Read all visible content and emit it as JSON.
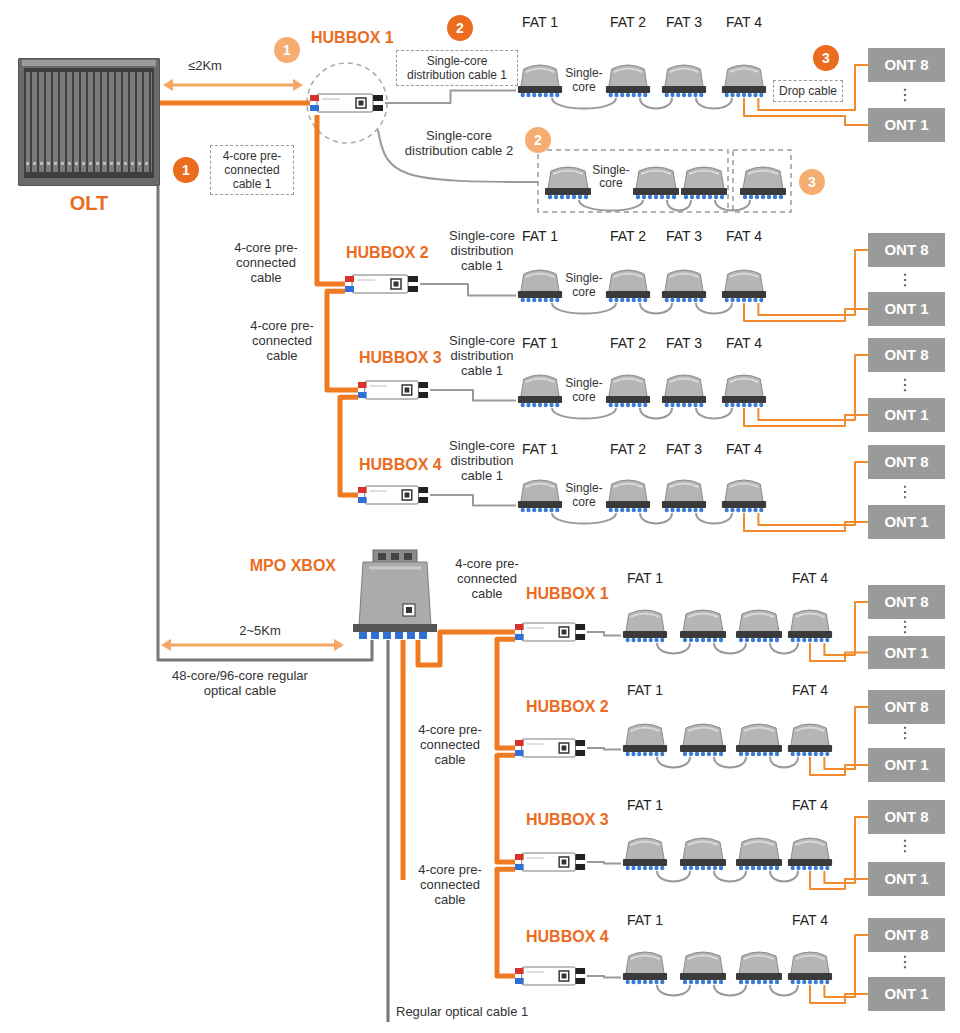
{
  "diagram": {
    "nodes": [
      {
        "text": [
          "OLT"
        ]
      },
      {
        "text": [
          "HUBBOX 1"
        ]
      },
      {
        "text": [
          "4-core pre-connected cable 1"
        ]
      },
      {
        "text": [
          "Single-core distribution cable 1"
        ]
      },
      {
        "text": [
          "FAT 1"
        ]
      },
      {
        "text": [
          "FAT 2"
        ]
      },
      {
        "text": [
          "FAT 3"
        ]
      },
      {
        "text": [
          "FAT 4"
        ]
      },
      {
        "text": [
          "Drop cable"
        ]
      },
      {
        "text": [
          "ONT 8"
        ]
      },
      {
        "text": [
          "ONT 1"
        ]
      },
      {
        "text": [
          "HUBBOX 2"
        ]
      },
      {
        "text": [
          "FAT 1"
        ]
      },
      {
        "text": [
          "FAT 2"
        ]
      },
      {
        "text": [
          "FAT 3"
        ]
      },
      {
        "text": [
          "FAT 4"
        ]
      },
      {
        "text": [
          "ONT 8"
        ]
      },
      {
        "text": [
          "ONT 1"
        ]
      },
      {
        "text": [
          "HUBBOX 3"
        ]
      },
      {
        "text": [
          "FAT 1"
        ]
      },
      {
        "text": [
          "FAT 2"
        ]
      },
      {
        "text": [
          "FAT 3"
        ]
      },
      {
        "text": [
          "FAT 4"
        ]
      },
      {
        "text": [
          "ONT 8"
        ]
      },
      {
        "text": [
          "ONT 1"
        ]
      },
      {
        "text": [
          "HUBBOX 4"
        ]
      },
      {
        "text": [
          "FAT 1"
        ]
      },
      {
        "text": [
          "FAT 2"
        ]
      },
      {
        "text": [
          "FAT 3"
        ]
      },
      {
        "text": [
          "FAT 4"
        ]
      },
      {
        "text": [
          "ONT 8"
        ]
      },
      {
        "text": [
          "ONT 1"
        ]
      },
      {
        "text": [
          "MPO XBOX"
        ]
      },
      {
        "text": [
          "HUBBOX 1"
        ]
      },
      {
        "text": [
          "FAT 1"
        ]
      },
      {
        "text": [
          "FAT 4"
        ]
      },
      {
        "text": [
          "ONT 8"
        ]
      },
      {
        "text": [
          "ONT 1"
        ]
      },
      {
        "text": [
          "HUBBOX 2"
        ]
      },
      {
        "text": [
          "FAT 1"
        ]
      },
      {
        "text": [
          "FAT 4"
        ]
      },
      {
        "text": [
          "ONT 8"
        ]
      },
      {
        "text": [
          "ONT 1"
        ]
      },
      {
        "text": [
          "HUBBOX 3"
        ]
      },
      {
        "text": [
          "FAT 1"
        ]
      },
      {
        "text": [
          "FAT 4"
        ]
      },
      {
        "text": [
          "ONT 8"
        ]
      },
      {
        "text": [
          "ONT 1"
        ]
      },
      {
        "text": [
          "HUBBOX 4"
        ]
      },
      {
        "text": [
          "FAT 1"
        ]
      },
      {
        "text": [
          "FAT 4"
        ]
      },
      {
        "text": [
          "ONT 8"
        ]
      },
      {
        "text": [
          "ONT 1"
        ]
      }
    ],
    "edges": [
      {
        "from": 0,
        "to": 1,
        "arrow": "none"
      },
      {
        "from": 1,
        "to": 4,
        "arrow": "none"
      },
      {
        "from": 4,
        "to": 5,
        "label": "Single-core",
        "arrow": "none"
      },
      {
        "from": 5,
        "to": 6,
        "arrow": "none"
      },
      {
        "from": 6,
        "to": 7,
        "arrow": "none"
      },
      {
        "from": 7,
        "to": 9,
        "arrow": "none"
      },
      {
        "from": 7,
        "to": 10,
        "arrow": "none"
      },
      {
        "from": 1,
        "to": 11,
        "label": "4-core pre-connected cable",
        "arrow": "none"
      },
      {
        "from": 11,
        "to": 12,
        "label": "Single-core distribution cable 1",
        "arrow": "none"
      },
      {
        "from": 12,
        "to": 13,
        "label": "Single-core",
        "arrow": "none"
      },
      {
        "from": 13,
        "to": 14,
        "arrow": "none"
      },
      {
        "from": 14,
        "to": 15,
        "arrow": "none"
      },
      {
        "from": 15,
        "to": 16,
        "arrow": "none"
      },
      {
        "from": 15,
        "to": 17,
        "arrow": "none"
      },
      {
        "from": 11,
        "to": 18,
        "label": "4-core pre-connected cable",
        "arrow": "none"
      },
      {
        "from": 18,
        "to": 19,
        "label": "Single-core distribution cable 1",
        "arrow": "none"
      },
      {
        "from": 19,
        "to": 20,
        "label": "Single-core",
        "arrow": "none"
      },
      {
        "from": 20,
        "to": 21,
        "arrow": "none"
      },
      {
        "from": 21,
        "to": 22,
        "arrow": "none"
      },
      {
        "from": 22,
        "to": 23,
        "arrow": "none"
      },
      {
        "from": 22,
        "to": 24,
        "arrow": "none"
      },
      {
        "from": 18,
        "to": 25,
        "arrow": "none"
      },
      {
        "from": 25,
        "to": 26,
        "label": "Single-core distribution cable 1",
        "arrow": "none"
      },
      {
        "from": 26,
        "to": 27,
        "label": "Single-core",
        "arrow": "none"
      },
      {
        "from": 27,
        "to": 28,
        "arrow": "none"
      },
      {
        "from": 28,
        "to": 29,
        "arrow": "none"
      },
      {
        "from": 29,
        "to": 30,
        "arrow": "none"
      },
      {
        "from": 29,
        "to": 31,
        "arrow": "none"
      },
      {
        "from": 0,
        "to": 32,
        "label": "48-core/96-core regular optical cable",
        "arrow": "none"
      },
      {
        "from": 32,
        "to": 33,
        "label": "4-core pre-connected cable",
        "arrow": "none"
      },
      {
        "from": 33,
        "to": 34,
        "arrow": "none"
      },
      {
        "from": 35,
        "to": 36,
        "arrow": "none"
      },
      {
        "from": 35,
        "to": 37,
        "arrow": "none"
      },
      {
        "from": 33,
        "to": 38,
        "label": "4-core pre-connected cable",
        "arrow": "none"
      },
      {
        "from": 38,
        "to": 39,
        "arrow": "none"
      },
      {
        "from": 40,
        "to": 41,
        "arrow": "none"
      },
      {
        "from": 40,
        "to": 42,
        "arrow": "none"
      },
      {
        "from": 38,
        "to": 43,
        "arrow": "none"
      },
      {
        "from": 43,
        "to": 44,
        "arrow": "none"
      },
      {
        "from": 45,
        "to": 46,
        "arrow": "none"
      },
      {
        "from": 45,
        "to": 47,
        "arrow": "none"
      },
      {
        "from": 43,
        "to": 48,
        "arrow": "none"
      },
      {
        "from": 48,
        "to": 49,
        "arrow": "none"
      },
      {
        "from": 50,
        "to": 51,
        "arrow": "none"
      },
      {
        "from": 50,
        "to": 52,
        "arrow": "none"
      }
    ],
    "labels": [
      "1",
      "≤2Km",
      "1",
      "2",
      "3",
      "⋮",
      "2",
      "Single-core distribution cable 2",
      "Single-core",
      "3",
      "⋮",
      "⋮",
      "⋮",
      "2~5Km",
      "⋮",
      "4-core pre-connected cable",
      "⋮",
      "⋮",
      "⋮",
      "Regular optical cable 1"
    ]
  }
}
